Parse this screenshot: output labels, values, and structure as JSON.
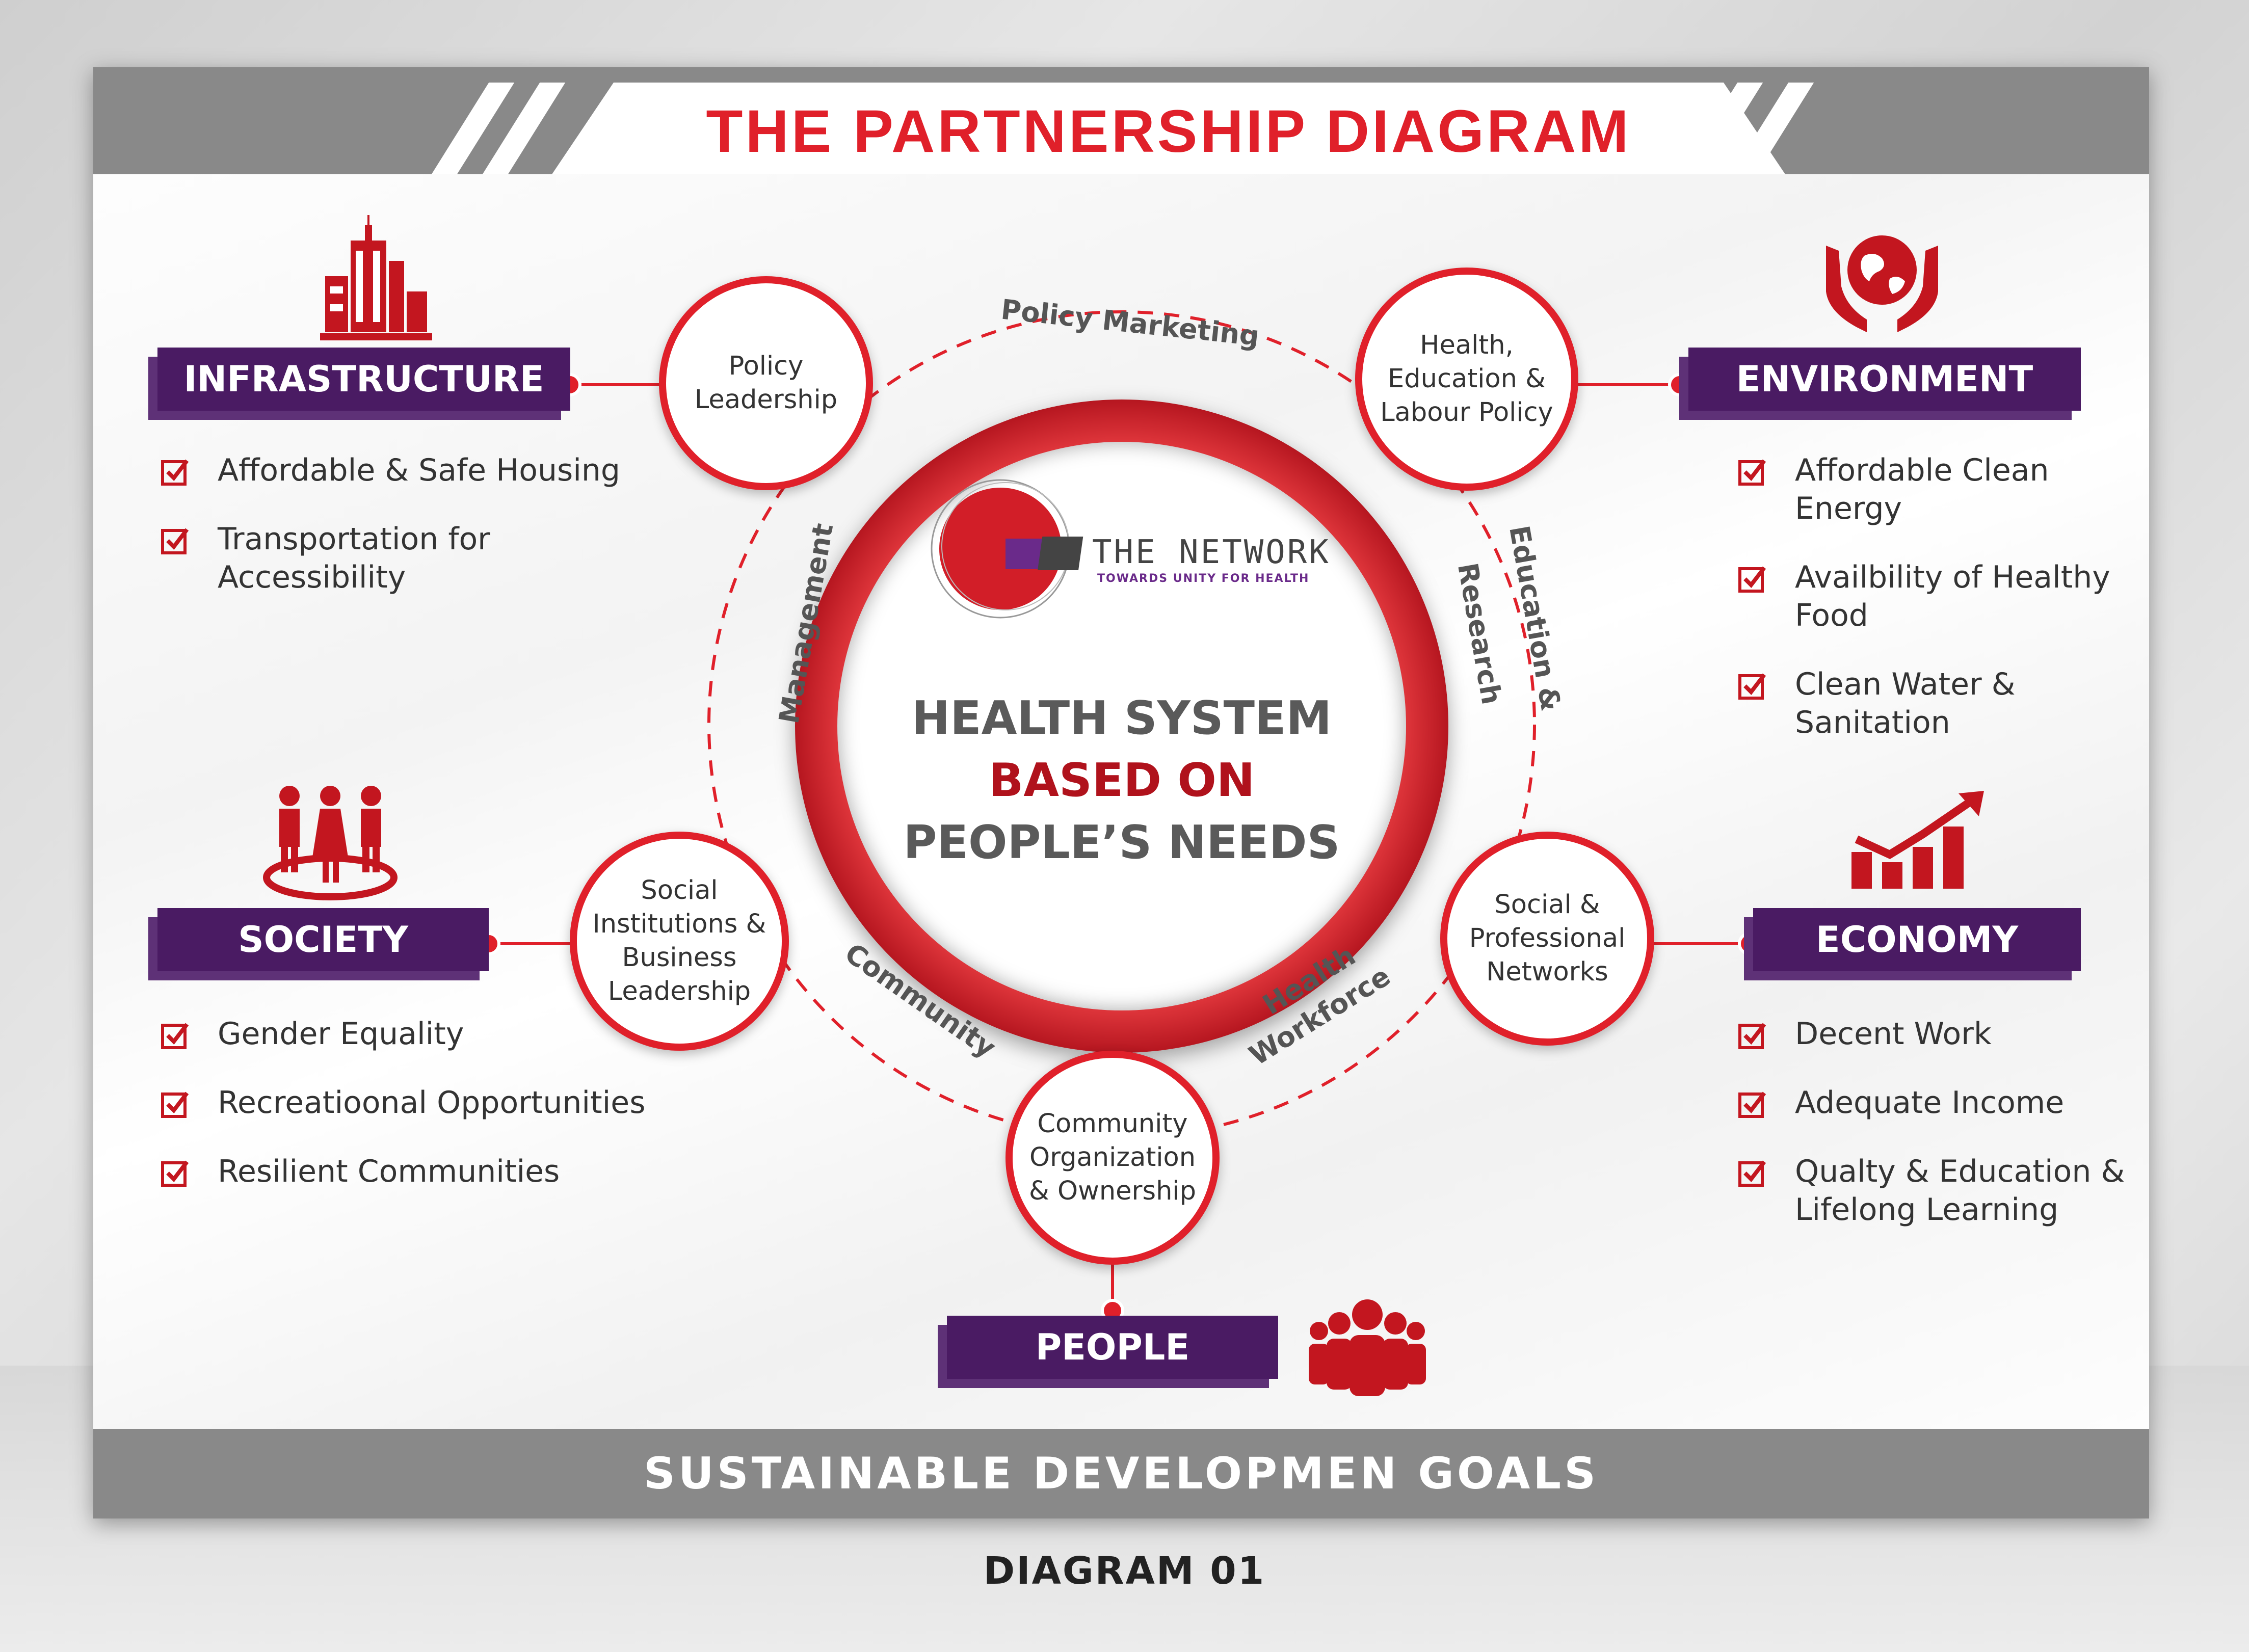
{
  "title": "THE PARTNERSHIP DIAGRAM",
  "footer": "SUSTAINABLE DEVELOPMEN GOALS",
  "caption": "DIAGRAM 01",
  "center": {
    "logo_name": "THE NETWORK",
    "logo_tagline": "TOWARDS UNITY FOR HEALTH",
    "line1": "HEALTH SYSTEM",
    "line2": "BASED ON",
    "line3": "PEOPLE’S NEEDS"
  },
  "nodes": {
    "policy_leadership": "Policy\nLeadership",
    "health_education": "Health,\nEducation &\nLabour Policy",
    "social_institutions": "Social\nInstitutions &\nBusiness\nLeadership",
    "social_professional": "Social &\nProfessional\nNetworks",
    "community_org": "Community\nOrganization\n& Ownership"
  },
  "arcs": {
    "policy_marketing": "Policy Marketing",
    "management": "Management",
    "education_research_1": "Education &",
    "education_research_2": "Research",
    "community": "Community",
    "health_workforce_1": "Health",
    "health_workforce_2": "Workforce"
  },
  "categories": {
    "infrastructure": {
      "label": "INFRASTRUCTURE",
      "items": [
        "Affordable & Safe Housing",
        "Transportation for\nAccessibility"
      ]
    },
    "environment": {
      "label": "ENVIRONMENT",
      "items": [
        "Affordable Clean\nEnergy",
        "Availbility of Healthy\nFood",
        "Clean Water &\nSanitation"
      ]
    },
    "society": {
      "label": "SOCIETY",
      "items": [
        "Gender Equality",
        "Recreatioonal Opportunities",
        "Resilient Communities"
      ]
    },
    "economy": {
      "label": "ECONOMY",
      "items": [
        "Decent Work",
        "Adequate Income",
        "Qualty & Education &\nLifelong Learning"
      ]
    },
    "people": {
      "label": "PEOPLE"
    }
  },
  "icons": {
    "infrastructure": "building-icon",
    "environment": "hands-globe-icon",
    "society": "people-group-icon",
    "economy": "growth-chart-icon",
    "people": "crowd-icon",
    "checkbox": "checkbox-icon"
  },
  "colors": {
    "red": "#e0202a",
    "purple": "#4a1b63",
    "gray": "#898989",
    "text": "#333333"
  }
}
